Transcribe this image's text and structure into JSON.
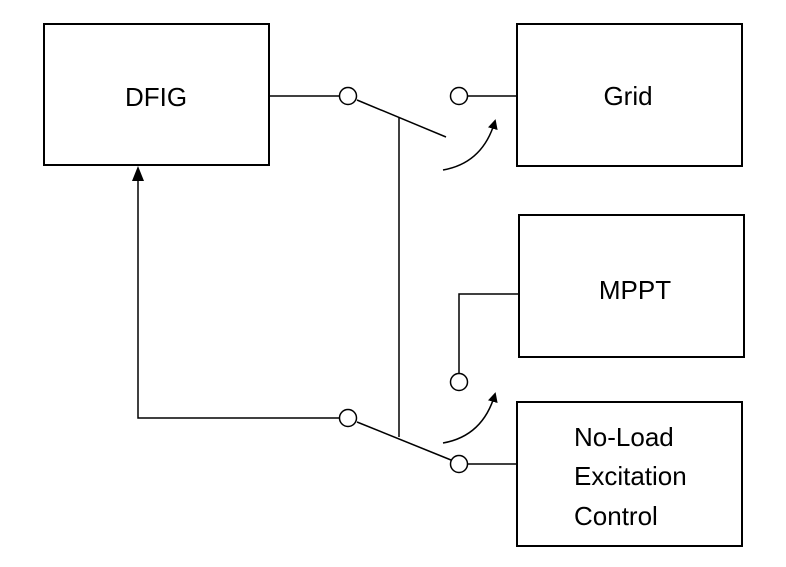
{
  "blocks": {
    "dfig": "DFIG",
    "grid": "Grid",
    "mppt": "MPPT",
    "excitation": [
      "No-Load",
      "Excitation",
      "Control"
    ]
  },
  "colors": {
    "line": "#000000",
    "background": "#ffffff"
  }
}
